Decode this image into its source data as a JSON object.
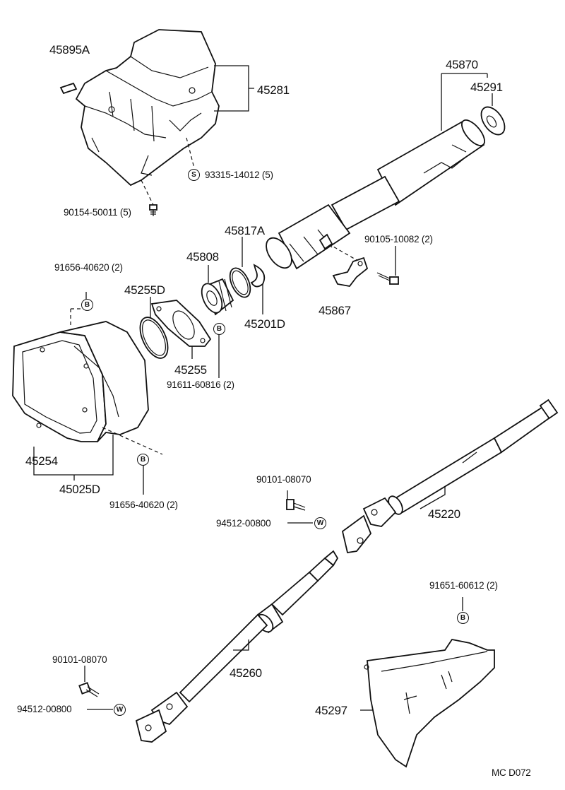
{
  "diagram_code": "MC  D072",
  "symbols": {
    "screw": "S",
    "bolt": "B",
    "washer": "W"
  },
  "parts": {
    "p45895A": "45895A",
    "p45281": "45281",
    "p93315": "93315-14012 (5)",
    "p90154": "90154-50011 (5)",
    "p45870": "45870",
    "p45291": "45291",
    "p45817A": "45817A",
    "p45808": "45808",
    "p90105": "90105-10082 (2)",
    "p91656a": "91656-40620 (2)",
    "p45255D": "45255D",
    "p45867": "45867",
    "p45201D": "45201D",
    "p45255": "45255",
    "p91611": "91611-60816 (2)",
    "p45254": "45254",
    "p45025D": "45025D",
    "p91656b": "91656-40620 (2)",
    "p90101a": "90101-08070",
    "p94512a": "94512-00800",
    "p45220": "45220",
    "p91651": "91651-60612 (2)",
    "p90101b": "90101-08070",
    "p94512b": "94512-00800",
    "p45260": "45260",
    "p45297": "45297"
  }
}
